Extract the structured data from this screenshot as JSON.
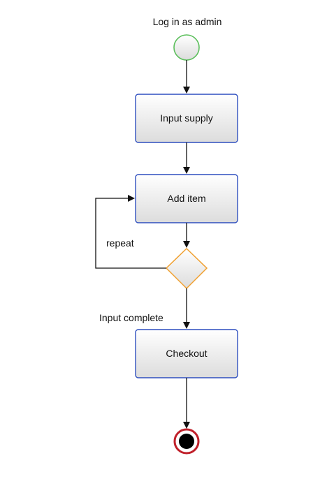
{
  "start": {
    "label": "Log in as admin"
  },
  "nodes": {
    "input_supply": "Input supply",
    "add_item": "Add item",
    "checkout": "Checkout"
  },
  "edges": {
    "repeat_label": "repeat",
    "complete_label": "Input complete"
  },
  "colors": {
    "node_border": "#2f4fbf",
    "node_fill_top": "#ffffff",
    "node_fill_bottom": "#dcdcdc",
    "start_border": "#5cbf5c",
    "decision_border": "#f0a030",
    "end_ring": "#c0202a",
    "end_fill": "#000000"
  }
}
